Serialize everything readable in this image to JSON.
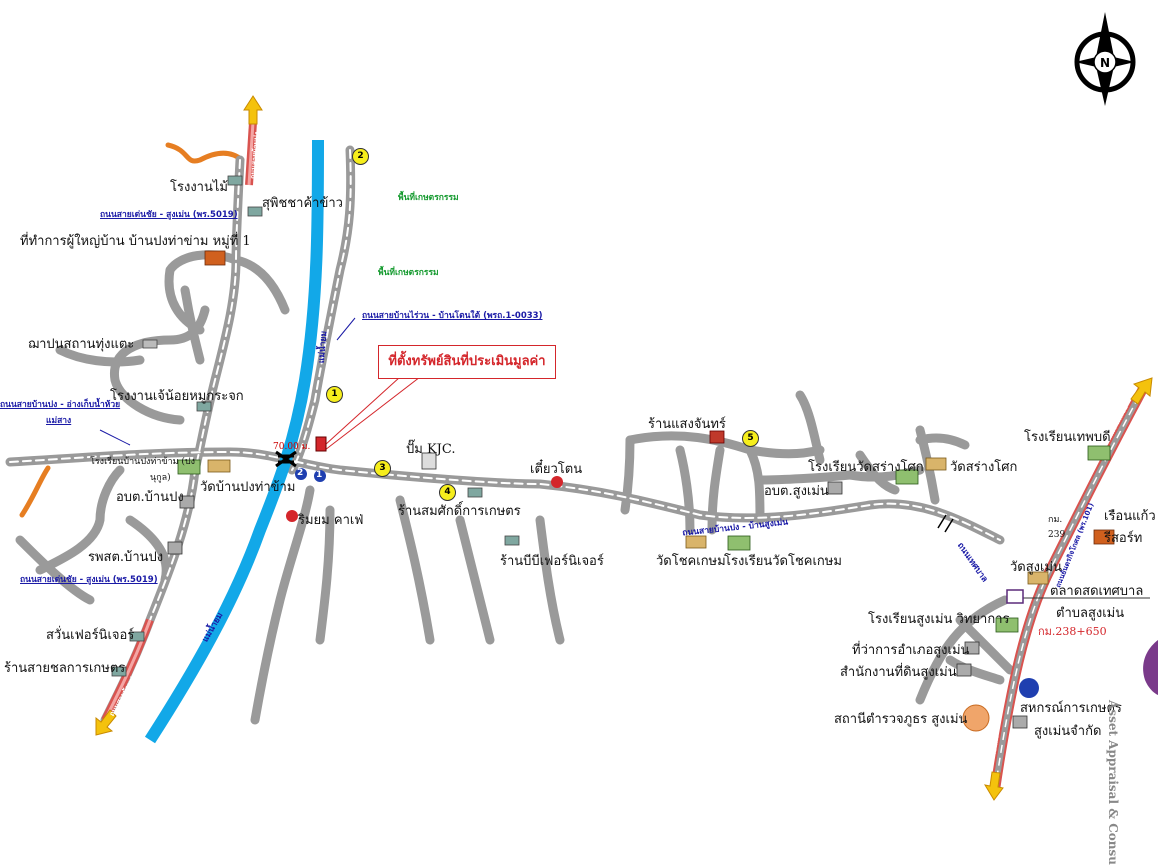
{
  "map": {
    "callout": "ที่ตั้งทรัพย์สินที่ประเมินมูลค่า",
    "distance_marker": "70.00 ม.",
    "compass_letter": "N",
    "road_numbers": [
      "1",
      "2",
      "3",
      "4",
      "5"
    ],
    "junction_numbers": [
      "1",
      "2"
    ],
    "roads": {
      "den_chai_top": "ถนนสายเด่นชัย - สูงเม่น (พร.5019)",
      "den_chai_bottom": "ถนนสายเด่นชัย - สูงเม่น (พร.5019)",
      "ban_rai_ban_don": "ถนนสายบ้านไร่วน - บ้านโตนใต้ (พรถ.1-0033)",
      "ban_pong_west_1": "ถนนสายบ้านปง - อ่างเก็บน้ำห้วย",
      "ban_pong_west_2": "แม่สาง",
      "ban_pong_sung_men": "ถนนสายบ้านปง - บ้านสูงเม่น",
      "east_vertical": "ถนนเทศบาล",
      "river_label_top": "แม่น้ำยม",
      "river_label_bottom": "แม่น้ำยม",
      "nw_road_label": "ถนนสายบ้านปง",
      "sw_road_label": "ถนนสายบ้านปง",
      "ne_road_label": "ไปแพร่-เด่นชัย",
      "ne_road_label2": "ถนนยันตรกิจโกศล (พร.101)",
      "se_road_label": "ไปแพร่"
    },
    "green_labels": [
      "พื้นที่เกษตรกรรม",
      "พื้นที่เกษตรกรรม"
    ],
    "places": {
      "sawmill": "โรงงานไม้",
      "rice_barn": "สุพิชชาค้าข้าว",
      "headman_office": "ที่ทำการผู้ใหญ่บ้าน บ้านปงท่าข่าม หมู่ที่ 1",
      "chapanasathan": "ฌาปนสถานทุ่งแตะ",
      "factory": "โรงงานเจ้น้อยหมูกระจก",
      "ban_pong_school_a": "โรงเรียนบ้านปงท่าข้าม (ปง",
      "ban_pong_school_b": "นุกูล)",
      "wat_ban_pong": "วัดบ้านปงท่าข้าม",
      "obt_ban_pong": "อบต.บ้านปง",
      "rpst_ban_pong": "รพสต.บ้านปง",
      "sawan_furniture": "สวั่นเฟอร์นิเจอร์",
      "sai_chon_store": "ร้านสายชลการเกษตร",
      "rim_yom_cafe": "ริมยม คาเฟ่",
      "pump_kjc": "ปั๊ม KJC.",
      "somsak_store": "ร้านสมศักดิ์การเกษตร",
      "bb_furniture": "ร้านบีบีเฟอร์นิเจอร์",
      "tiao_ton": "เตี๋ยวโตน",
      "saengchan_store": "ร้านแสงจันทร์",
      "wat_chokkasem": "วัดโชคเกษม",
      "chokkasem_school": "โรงเรียนวัดโชคเกษม",
      "obt_sung_men": "อบต.สูงเม่น",
      "wat_sang_sok_school": "โรงเรียนวัดสร่างโศก",
      "wat_sang_sok": "วัดสร่างโศก",
      "thep_school": "โรงเรียนเทพบดี",
      "km_label": "กม.",
      "km_239": "239",
      "ruean_kaeo_1": "เรือนแก้ว",
      "ruean_kaeo_2": "รีสอร์ท",
      "wat_sung_men": "วัดสูงเม่น",
      "market_1": "ตลาดสดเทศบาล",
      "market_2": "ตำบลสูงเม่น",
      "sung_men_school": "โรงเรียนสูงเม่น วิทยาการ",
      "km_238": "กม.238+650",
      "district_office": "ที่ว่าการอำเภอสูงเม่น",
      "land_office": "สำนักงานที่ดินสูงเม่น",
      "police": "สถานีตำรวจภูธร สูงเม่น",
      "coop_1": "สหกรณ์การเกษตร",
      "coop_2": "สูงเม่นจำกัด"
    },
    "watermark": "Asset Appraisal & Consu"
  },
  "colors": {
    "river": "#12a8e8",
    "road_gray": "#9a9a9a",
    "highway_red": "#d9534f",
    "arrow_yellow": "#f4c20d",
    "stream_orange": "#e67e22",
    "road_label_blue": "#1a1aa6",
    "green_label": "#149a2e",
    "callout_red": "#d4262b"
  }
}
